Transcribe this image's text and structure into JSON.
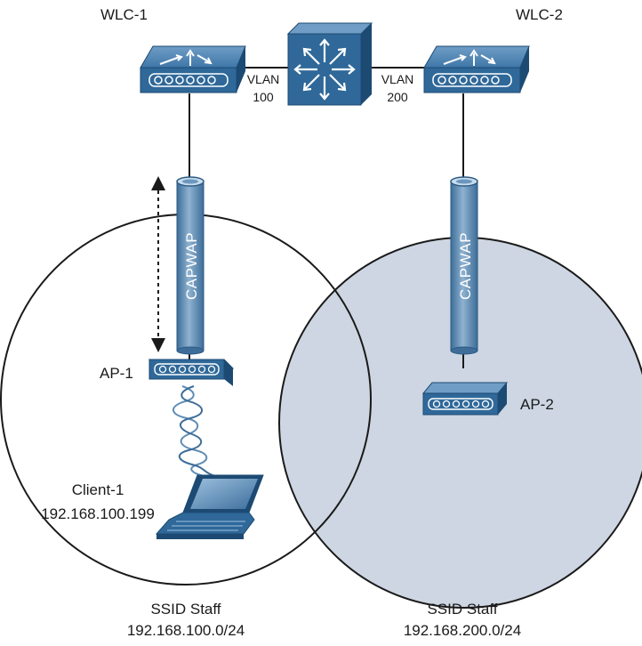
{
  "colors": {
    "device_blue": "#2f6899",
    "device_dark": "#1c4a73",
    "tunnel_light": "#9bbcd6",
    "tunnel_mid": "#6b97bf",
    "tunnel_dark": "#3d6d98",
    "cell_shade": "#cdd6e2",
    "line": "#1a1a1a"
  },
  "devices": {
    "wlc1": {
      "label": "WLC-1"
    },
    "wlc2": {
      "label": "WLC-2"
    },
    "switch": {
      "icon": "layer3-switch-icon"
    },
    "ap1": {
      "label": "AP-1"
    },
    "ap2": {
      "label": "AP-2"
    },
    "client1": {
      "label": "Client-1",
      "ip": "192.168.100.199"
    }
  },
  "links": {
    "vlan_left": {
      "line1": "VLAN",
      "line2": "100"
    },
    "vlan_right": {
      "line1": "VLAN",
      "line2": "200"
    }
  },
  "tunnels": {
    "left": {
      "label": "CAPWAP"
    },
    "right": {
      "label": "CAPWAP"
    }
  },
  "cells": {
    "left": {
      "ssid": "SSID Staff",
      "subnet": "192.168.100.0/24"
    },
    "right": {
      "ssid": "SSID Staff",
      "subnet": "192.168.200.0/24"
    }
  }
}
